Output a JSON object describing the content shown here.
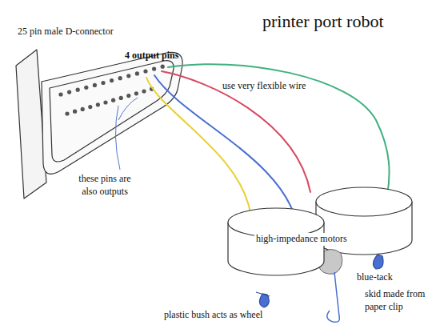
{
  "diagram": {
    "title": "printer port robot",
    "labels": [
      "25 pin male D-connector",
      "4 output pins",
      "use very flexible wire",
      "these pins are also outputs",
      "high-impedance motors",
      "blue-tack",
      "skid made from paper clip",
      "plastic bush acts as wheel"
    ]
  }
}
